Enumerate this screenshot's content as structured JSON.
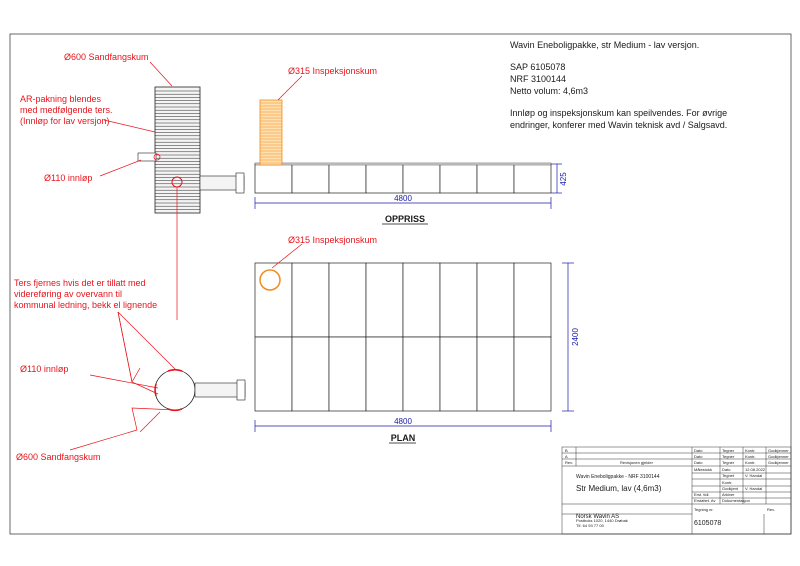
{
  "info": {
    "title": "Wavin Eneboligpakke, str Medium - lav versjon.",
    "sap": "SAP 6105078",
    "nrf": "NRF 3100144",
    "volume": "Netto volum: 4,6m3",
    "note_line1": "Innløp og inspeksjonskum kan speilvendes. For øvrige",
    "note_line2": "endringer, konferer med Wavin teknisk avd / Salgsavd."
  },
  "elevation": {
    "section_title": "OPPRISS",
    "sandfang_label": "Ø600 Sandfangskum",
    "packing_line1": "AR-pakning blendes",
    "packing_line2": "med medfølgende ters.",
    "packing_line3": "(Innløp for lav versjon)",
    "inlet_label": "Ø110 innløp",
    "inspection_label": "Ø315 Inspeksjonskum",
    "dim_width": "4800",
    "dim_height": "425"
  },
  "plan": {
    "section_title": "PLAN",
    "inspection_label": "Ø315 Inspeksjonskum",
    "plug_line1": "Ters fjernes hvis det er tillatt med",
    "plug_line2": "videreføring av overvann til",
    "plug_line3": "kommunal ledning, bekk el lignende",
    "inlet_label": "Ø110 innløp",
    "sandfang_label": "Ø600 Sandfangskum",
    "dim_width": "4800",
    "dim_height": "2400"
  },
  "titleblock": {
    "rev_b": "B",
    "rev_a": "A",
    "rev_header": "Rev.",
    "rev_desc_header": "Revisjonen gjelder",
    "row_date": "Dato",
    "row_tegner": "Tegner",
    "row_kontr": "Kontr.",
    "row_godkj": "Godkjenner",
    "mal_label": "Målestokk",
    "date_value": "12.08.2022",
    "tegnet_label": "Tegnet",
    "tegnet_value": "V. Handal",
    "kontr_label": "Kontr.",
    "godkjent_label": "Godkjent",
    "godkjent_value": "V. Handal",
    "erst_label": "Erst. tidl.",
    "erst_value": "Arkiver",
    "erstattet_label": "Erstattet. Av",
    "erstattet_value": "Dokumentasjon",
    "subtitle": "Wavin Eneboligpakke - NRF 3100144",
    "drawing_title": "Str Medium, lav (4,6m3)",
    "company": "Norsk Wavin AS",
    "company_small_1": "Postboks 1020, 1440 Drøbak",
    "company_small_2": "Tlf. 64 93 77 00",
    "tegning_label": "Tegning nr.",
    "tegning_value": "6105078",
    "rev_label": "Rev."
  }
}
